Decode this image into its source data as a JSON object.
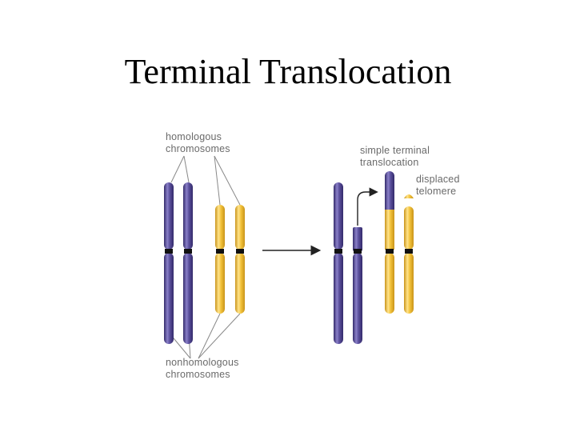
{
  "slide": {
    "title": "Terminal Translocation"
  },
  "labels": {
    "homologous_line1": "homologous",
    "homologous_line2": "chromosomes",
    "nonhomologous_line1": "nonhomologous",
    "nonhomologous_line2": "chromosomes",
    "translocation_line1": "simple terminal",
    "translocation_line2": "translocation",
    "telomere_line1": "displaced",
    "telomere_line2": "telomere"
  },
  "colors": {
    "blue_chromosome": "#5a4f9c",
    "blue_highlight": "#8a80c8",
    "blue_shadow": "#332a6a",
    "yellow_chromosome": "#f2c23a",
    "yellow_highlight": "#ffe38a",
    "yellow_shadow": "#c9941a",
    "centromere": "#111111",
    "label_text": "#6a6a6a",
    "pointer_line": "#888888"
  }
}
